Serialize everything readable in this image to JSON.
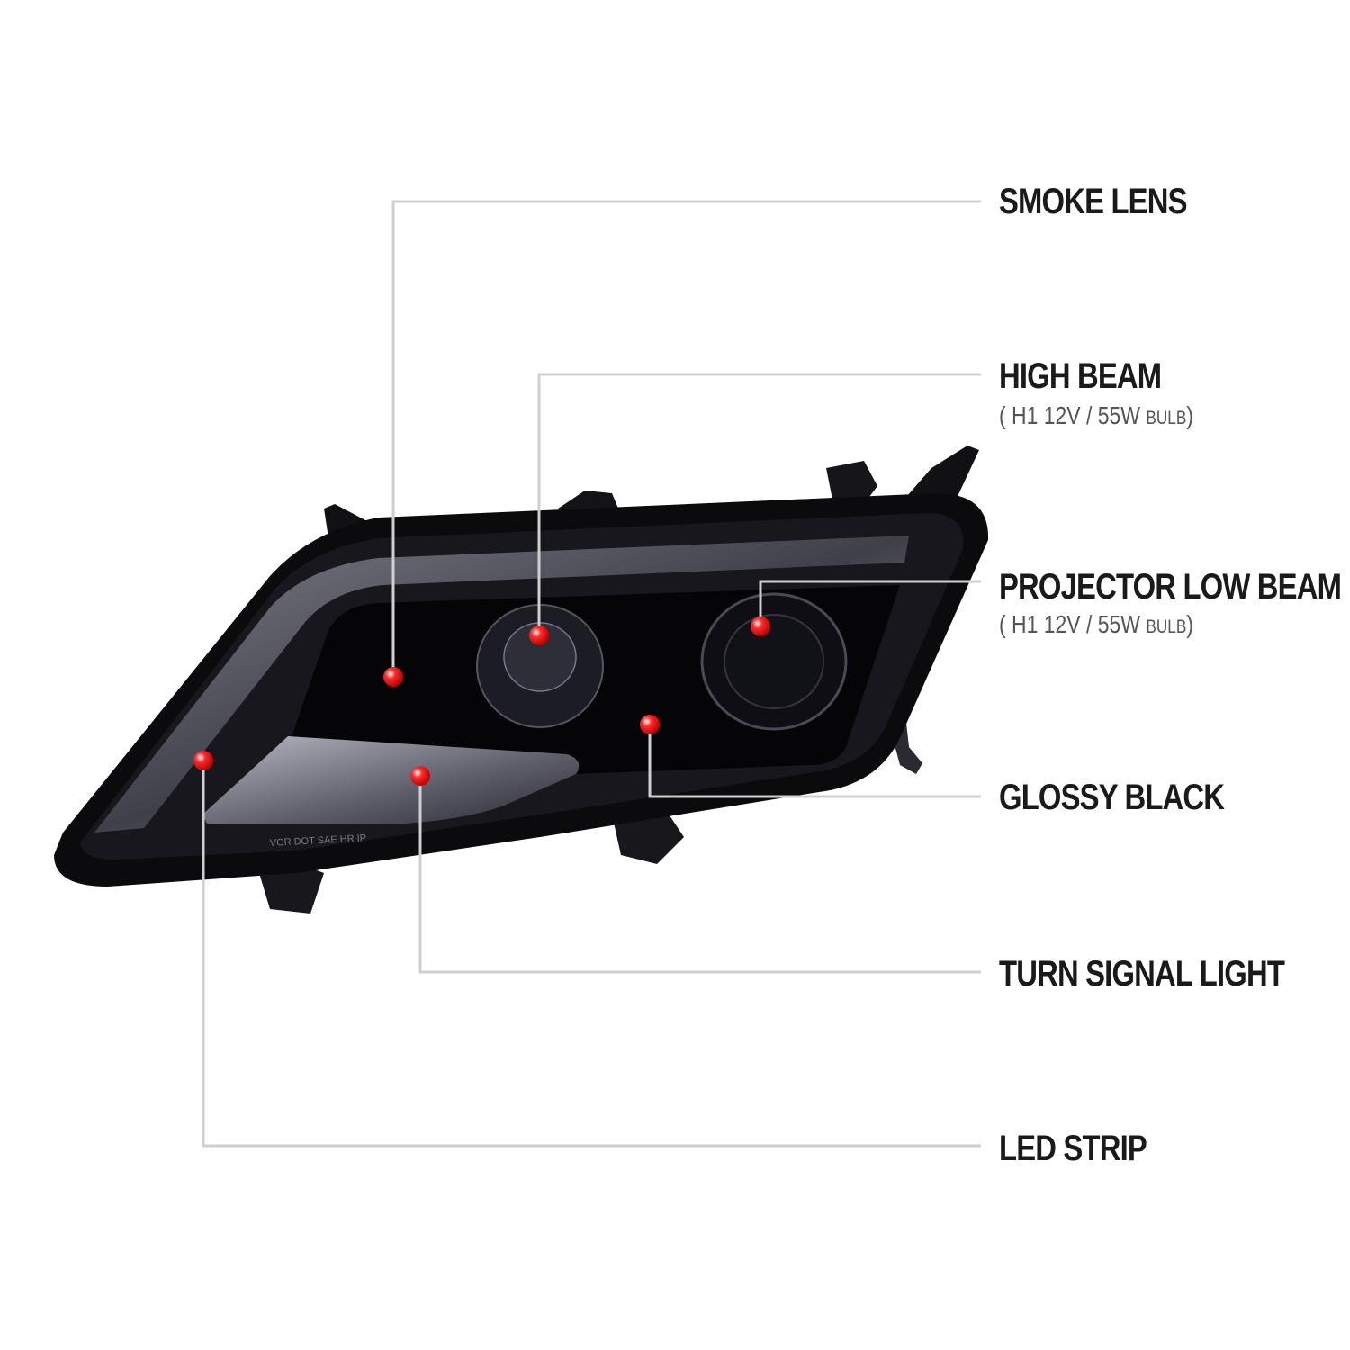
{
  "colors": {
    "leader_line": "#cfcfcf",
    "marker": "#e01010",
    "housing": "#0d0d10",
    "lens_smoke": "#1b1b22",
    "label_text": "#1a1a1a"
  },
  "callouts": {
    "smoke_lens": {
      "label": "SMOKE LENS"
    },
    "high_beam": {
      "label": "HIGH BEAM",
      "spec_open": "(",
      "spec": "H1  12V / 55W",
      "spec_unit": "BULB",
      "spec_close": ")"
    },
    "projector_low_beam": {
      "label": "PROJECTOR LOW BEAM",
      "spec_open": "(",
      "spec": "H1  12V / 55W",
      "spec_unit": "BULB",
      "spec_close": ")"
    },
    "glossy_black": {
      "label": "GLOSSY BLACK"
    },
    "turn_signal_light": {
      "label": "TURN SIGNAL LIGHT"
    },
    "led_strip": {
      "label": "LED STRIP"
    }
  },
  "lens_imprint": "VOR DOT SAE HR IP"
}
